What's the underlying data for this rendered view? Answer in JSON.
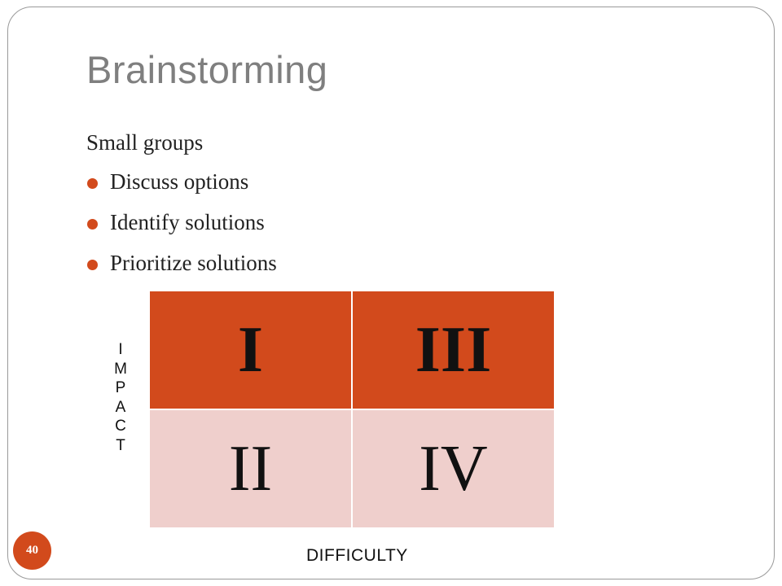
{
  "slide": {
    "title": "Brainstorming",
    "intro": "Small groups",
    "bullets": [
      "Discuss options",
      "Identify solutions",
      "Prioritize solutions"
    ],
    "slide_number": "40"
  },
  "matrix": {
    "cells": {
      "top_left": "I",
      "top_right": "III",
      "bottom_left": "II",
      "bottom_right": "IV"
    },
    "y_axis_letters": [
      "I",
      "M",
      "P",
      "A",
      "C",
      "T"
    ],
    "x_axis_label": "DIFFICULTY"
  },
  "colors": {
    "accent": "#d24a1c",
    "light": "#efcfcc",
    "title": "#7f7f7f"
  }
}
